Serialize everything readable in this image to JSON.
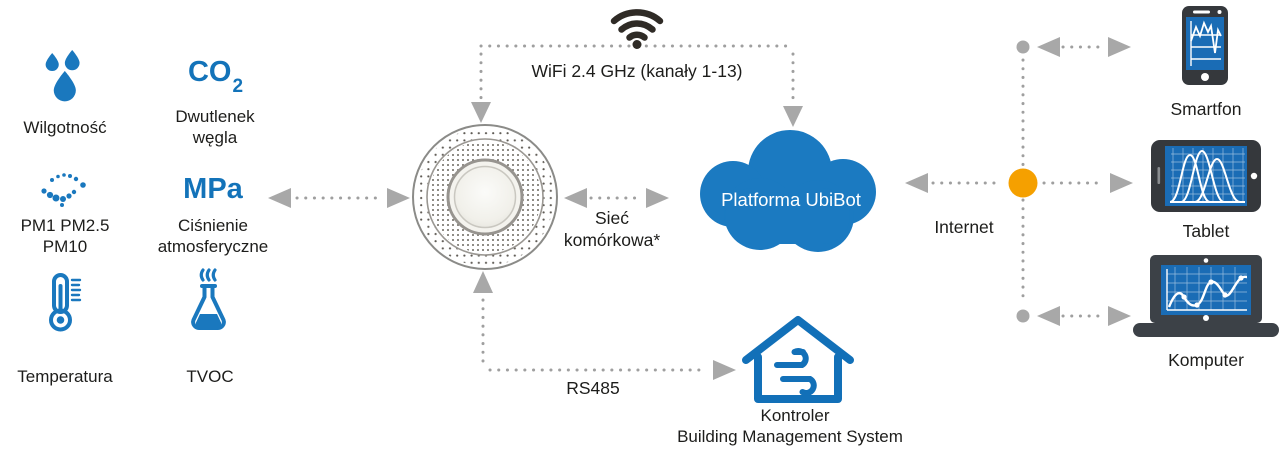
{
  "colors": {
    "icon_blue": "#1a78be",
    "outline_blue": "#1270b8",
    "cloud_blue": "#1b7ac1",
    "screen_blue": "#1a6cb5",
    "device_body_dark": "#35383c",
    "wifi_dark": "#2f2b26",
    "arrow_gray": "#a8a8a8",
    "dotted_line_gray": "#9f9f9f",
    "hub_orange": "#f5a000",
    "text": "#1d1d1b"
  },
  "sensors": {
    "humidity": {
      "label": "Wilgotność"
    },
    "co2": {
      "symbol": "CO",
      "sub": "2",
      "line1": "Dwutlenek",
      "line2": "węgla"
    },
    "pm": {
      "line1": "PM1 PM2.5",
      "line2": "PM10"
    },
    "pressure": {
      "symbol": "MPa",
      "line1": "Ciśnienie",
      "line2": "atmosferyczne"
    },
    "temperature": {
      "label": "Temperatura"
    },
    "tvoc": {
      "label": "TVOC"
    }
  },
  "links": {
    "wifi": {
      "label": "WiFi 2.4 GHz (kanały 1-13)"
    },
    "cellular": {
      "line1": "Sieć",
      "line2": "komórkowa*"
    },
    "rs485": {
      "label": "RS485"
    },
    "internet": {
      "label": "Internet"
    }
  },
  "cloud": {
    "label": "Platforma UbiBot"
  },
  "bms": {
    "line1": "Kontroler",
    "line2": "Building Management System"
  },
  "clients": {
    "smartphone": {
      "label": "Smartfon"
    },
    "tablet": {
      "label": "Tablet"
    },
    "computer": {
      "label": "Komputer"
    }
  }
}
